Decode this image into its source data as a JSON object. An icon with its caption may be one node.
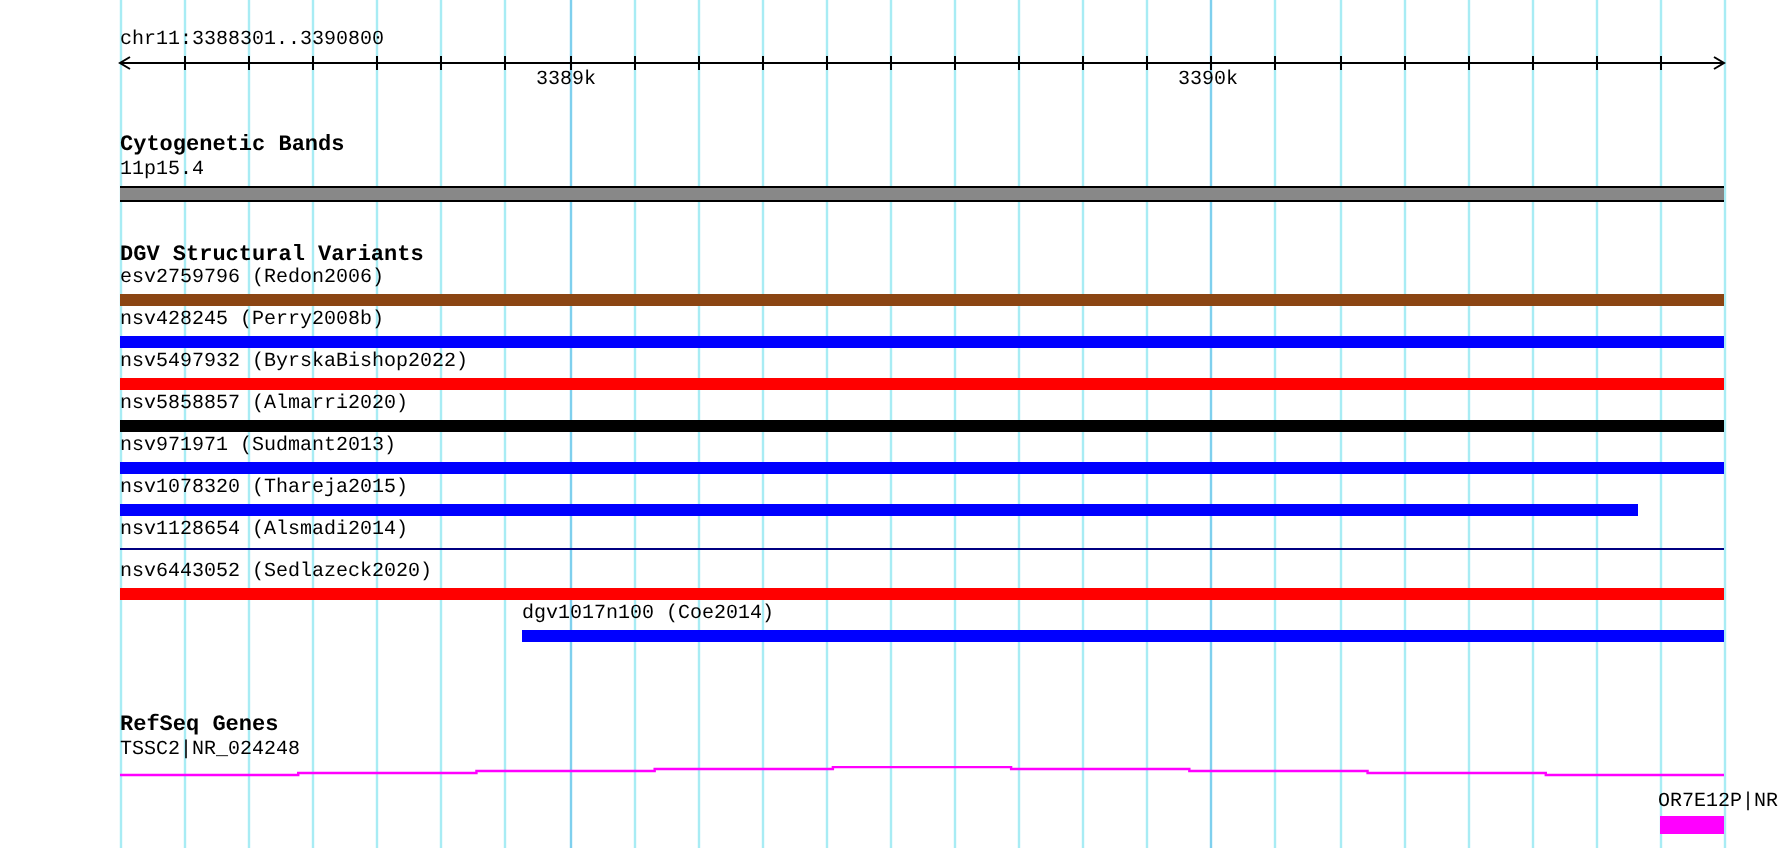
{
  "diagram": {
    "nodes": [
      {
        "text": [
          "11p15.4"
        ]
      },
      {
        "text": [
          "esv2759796 (Redon2006)"
        ]
      },
      {
        "text": [
          "nsv428245 (Perry2008b)"
        ]
      },
      {
        "text": [
          "nsv5497932 (ByrskaBishop2022)"
        ]
      },
      {
        "text": [
          "nsv5858857 (Almarri2020)"
        ]
      },
      {
        "text": [
          "nsv971971 (Sudmant2013)"
        ]
      },
      {
        "text": [
          "nsv1078320 (Thareja2015)"
        ]
      },
      {
        "text": [
          "nsv1128654 (Alsmadi2014)"
        ]
      },
      {
        "text": [
          "nsv6443052 (Sedlazeck2020)"
        ]
      },
      {
        "text": [
          "dgv1017n100 (Coe2014)"
        ]
      },
      {
        "text": [
          "TSSC2|NR_024248"
        ]
      },
      {
        "text": [
          "OR7E12P|NR"
        ]
      }
    ],
    "edges": [],
    "labels": [
      "chr11:3388301..3390800",
      "3389k",
      "3390k",
      "Cytogenetic Bands",
      "DGV Structural Variants",
      "RefSeq Genes"
    ]
  }
}
